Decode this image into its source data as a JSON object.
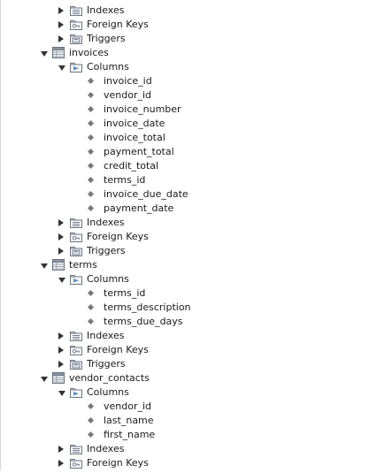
{
  "tree": [
    {
      "kind": "folder",
      "icon": "indexes-icon",
      "label": "Indexes",
      "expanded": false
    },
    {
      "kind": "folder",
      "icon": "foreign-keys-icon",
      "label": "Foreign Keys",
      "expanded": false
    },
    {
      "kind": "folder",
      "icon": "triggers-icon",
      "label": "Triggers",
      "expanded": false
    },
    {
      "kind": "table",
      "icon": "table-icon",
      "label": "invoices",
      "expanded": true
    },
    {
      "kind": "folder",
      "icon": "columns-icon",
      "label": "Columns",
      "expanded": true
    },
    {
      "kind": "column",
      "label": "invoice_id"
    },
    {
      "kind": "column",
      "label": "vendor_id"
    },
    {
      "kind": "column",
      "label": "invoice_number"
    },
    {
      "kind": "column",
      "label": "invoice_date"
    },
    {
      "kind": "column",
      "label": "invoice_total"
    },
    {
      "kind": "column",
      "label": "payment_total"
    },
    {
      "kind": "column",
      "label": "credit_total"
    },
    {
      "kind": "column",
      "label": "terms_id"
    },
    {
      "kind": "column",
      "label": "invoice_due_date"
    },
    {
      "kind": "column",
      "label": "payment_date"
    },
    {
      "kind": "folder",
      "icon": "indexes-icon",
      "label": "Indexes",
      "expanded": false
    },
    {
      "kind": "folder",
      "icon": "foreign-keys-icon",
      "label": "Foreign Keys",
      "expanded": false
    },
    {
      "kind": "folder",
      "icon": "triggers-icon",
      "label": "Triggers",
      "expanded": false
    },
    {
      "kind": "table",
      "icon": "table-icon",
      "label": "terms",
      "expanded": true
    },
    {
      "kind": "folder",
      "icon": "columns-icon",
      "label": "Columns",
      "expanded": true
    },
    {
      "kind": "column",
      "label": "terms_id"
    },
    {
      "kind": "column",
      "label": "terms_description"
    },
    {
      "kind": "column",
      "label": "terms_due_days"
    },
    {
      "kind": "folder",
      "icon": "indexes-icon",
      "label": "Indexes",
      "expanded": false
    },
    {
      "kind": "folder",
      "icon": "foreign-keys-icon",
      "label": "Foreign Keys",
      "expanded": false
    },
    {
      "kind": "folder",
      "icon": "triggers-icon",
      "label": "Triggers",
      "expanded": false
    },
    {
      "kind": "table",
      "icon": "table-icon",
      "label": "vendor_contacts",
      "expanded": true
    },
    {
      "kind": "folder",
      "icon": "columns-icon",
      "label": "Columns",
      "expanded": true
    },
    {
      "kind": "column",
      "label": "vendor_id"
    },
    {
      "kind": "column",
      "label": "last_name"
    },
    {
      "kind": "column",
      "label": "first_name"
    },
    {
      "kind": "folder",
      "icon": "indexes-icon",
      "label": "Indexes",
      "expanded": false
    },
    {
      "kind": "folder",
      "icon": "foreign-keys-icon",
      "label": "Foreign Keys",
      "expanded": false
    }
  ]
}
